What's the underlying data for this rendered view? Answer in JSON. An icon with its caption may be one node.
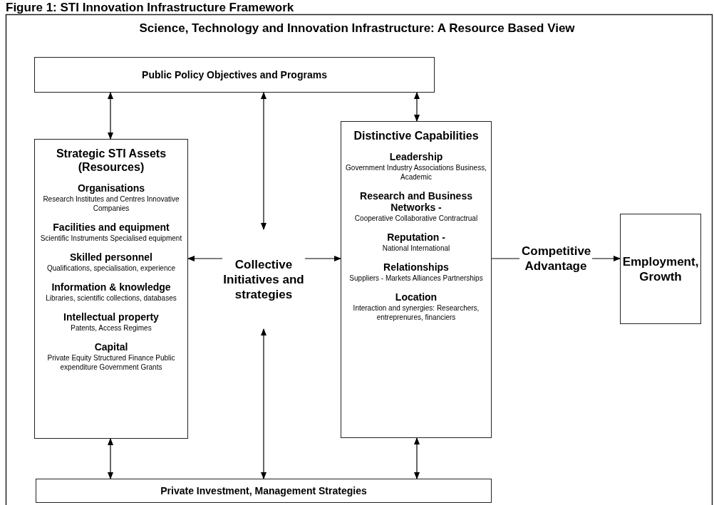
{
  "diagram": {
    "title": "Figure 1: STI Innovation Infrastructure Framework",
    "nodes": [
      {
        "text": [
          "Public Policy Objectives and Programs"
        ]
      },
      {
        "text": [
          "Strategic STI Assets (Resources)",
          "Organisations",
          "Research Institutes and Centres Innovative Companies",
          "Facilities and equipment",
          "Scientific Instruments Specialised equipment",
          "Skilled personnel",
          "Qualifications, specialisation, experience",
          "Information & knowledge",
          "Libraries, scientific collections, databases",
          "Intellectual property",
          "Patents, Access Regimes",
          "Capital",
          "Private Equity Structured Finance Public expenditure Government Grants"
        ]
      },
      {
        "text": [
          "Collective Initiatives and strategies"
        ]
      },
      {
        "text": [
          "Distinctive Capabilities",
          "Leadership",
          "Government Industry Associations Business, Academic",
          "Research and Business Networks -",
          "Cooperative Collaborative Contractrual",
          "Reputation -",
          "National International",
          "Relationships",
          "Suppliers - Markets Alliances Partnerships",
          "Location",
          "Interaction and synergies: Researchers, entreprenures, financiers"
        ]
      },
      {
        "text": [
          "Employment, Growth"
        ]
      },
      {
        "text": [
          "Private Investment, Management Strategies"
        ]
      }
    ],
    "edges": [
      {
        "from": 0,
        "to": 1,
        "arrow": "both"
      },
      {
        "from": 0,
        "to": 2,
        "arrow": "both"
      },
      {
        "from": 0,
        "to": 3,
        "arrow": "both"
      },
      {
        "from": 2,
        "to": 1,
        "arrow": "to"
      },
      {
        "from": 2,
        "to": 3,
        "arrow": "to"
      },
      {
        "from": 3,
        "to": 4,
        "arrow": "to",
        "label": "Competitive Advantage"
      },
      {
        "from": 1,
        "to": 5,
        "arrow": "both"
      },
      {
        "from": 2,
        "to": 5,
        "arrow": "both"
      },
      {
        "from": 3,
        "to": 5,
        "arrow": "both"
      }
    ],
    "labels": [
      "Science, Technology and Innovation Infrastructure: A Resource Based View"
    ]
  }
}
